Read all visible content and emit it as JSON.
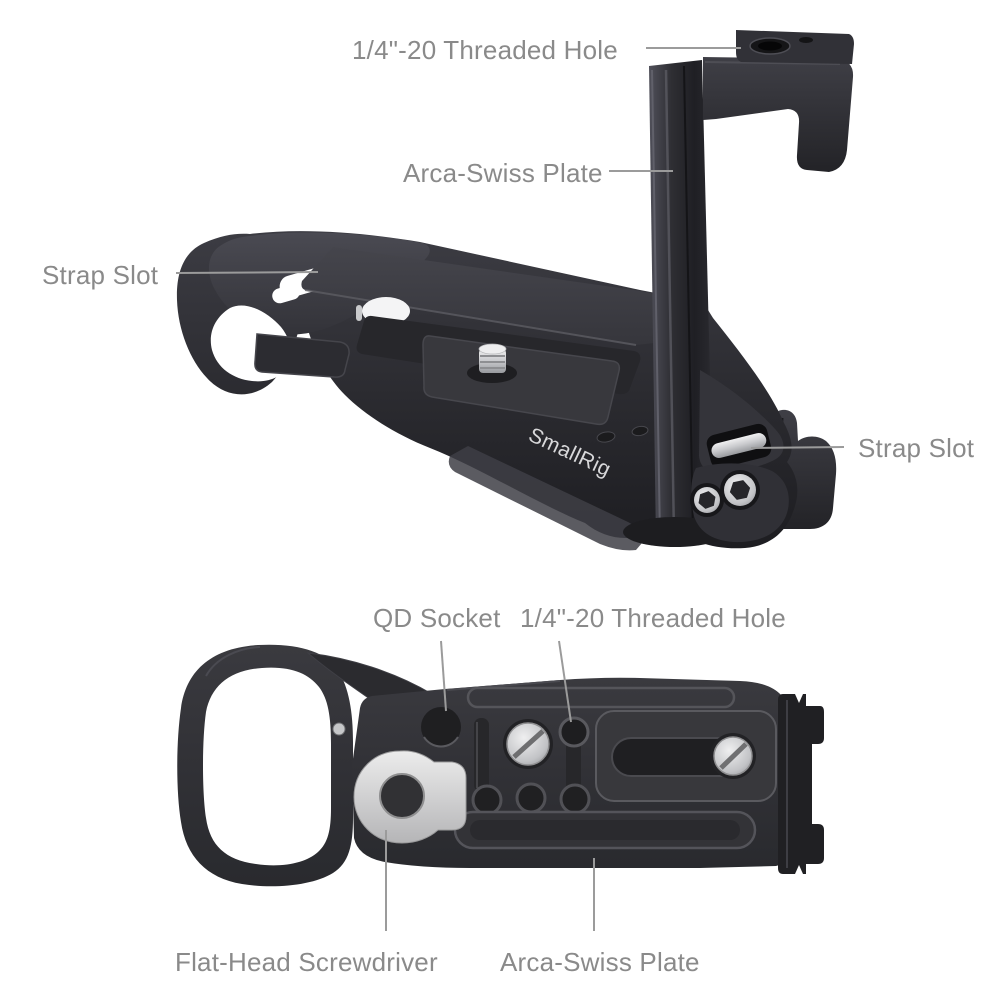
{
  "colors": {
    "background": "#ffffff",
    "label_text": "#8a8a8a",
    "leader_line": "#9b9b9b",
    "body_dark": "#2e2e32",
    "body_light": "#45454b",
    "silver": "#d9d9db",
    "brand_text": "#d8d8da"
  },
  "figures": {
    "top": {
      "brand": "SmallRig",
      "callouts": [
        {
          "id": "threaded-hole",
          "label": "1/4\"-20 Threaded Hole"
        },
        {
          "id": "arca-swiss-plate",
          "label": "Arca-Swiss Plate"
        },
        {
          "id": "strap-slot-left",
          "label": "Strap Slot"
        },
        {
          "id": "strap-slot-right",
          "label": "Strap Slot"
        }
      ]
    },
    "bottom": {
      "callouts": [
        {
          "id": "qd-socket",
          "label": "QD Socket"
        },
        {
          "id": "threaded-hole",
          "label": "1/4\"-20 Threaded Hole"
        },
        {
          "id": "flat-head-screwdriver",
          "label": "Flat-Head Screwdriver"
        },
        {
          "id": "arca-swiss-plate",
          "label": "Arca-Swiss Plate"
        }
      ]
    }
  }
}
